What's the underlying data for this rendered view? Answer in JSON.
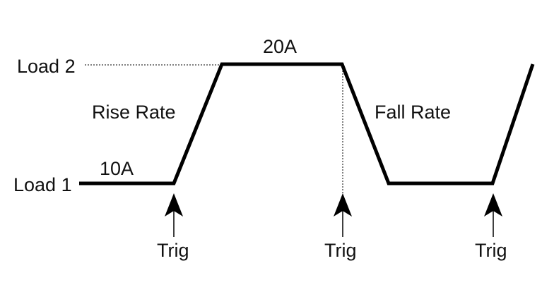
{
  "levels": {
    "load1": "Load 1",
    "load2": "Load 2"
  },
  "currents": {
    "low": "10A",
    "high": "20A"
  },
  "rates": {
    "rise": "Rise Rate",
    "fall": "Fall Rate"
  },
  "triggers": [
    {
      "label": "Trig"
    },
    {
      "label": "Trig"
    },
    {
      "label": "Trig"
    }
  ],
  "colors": {
    "line": "#000000",
    "text": "#111111",
    "background": "#ffffff"
  }
}
